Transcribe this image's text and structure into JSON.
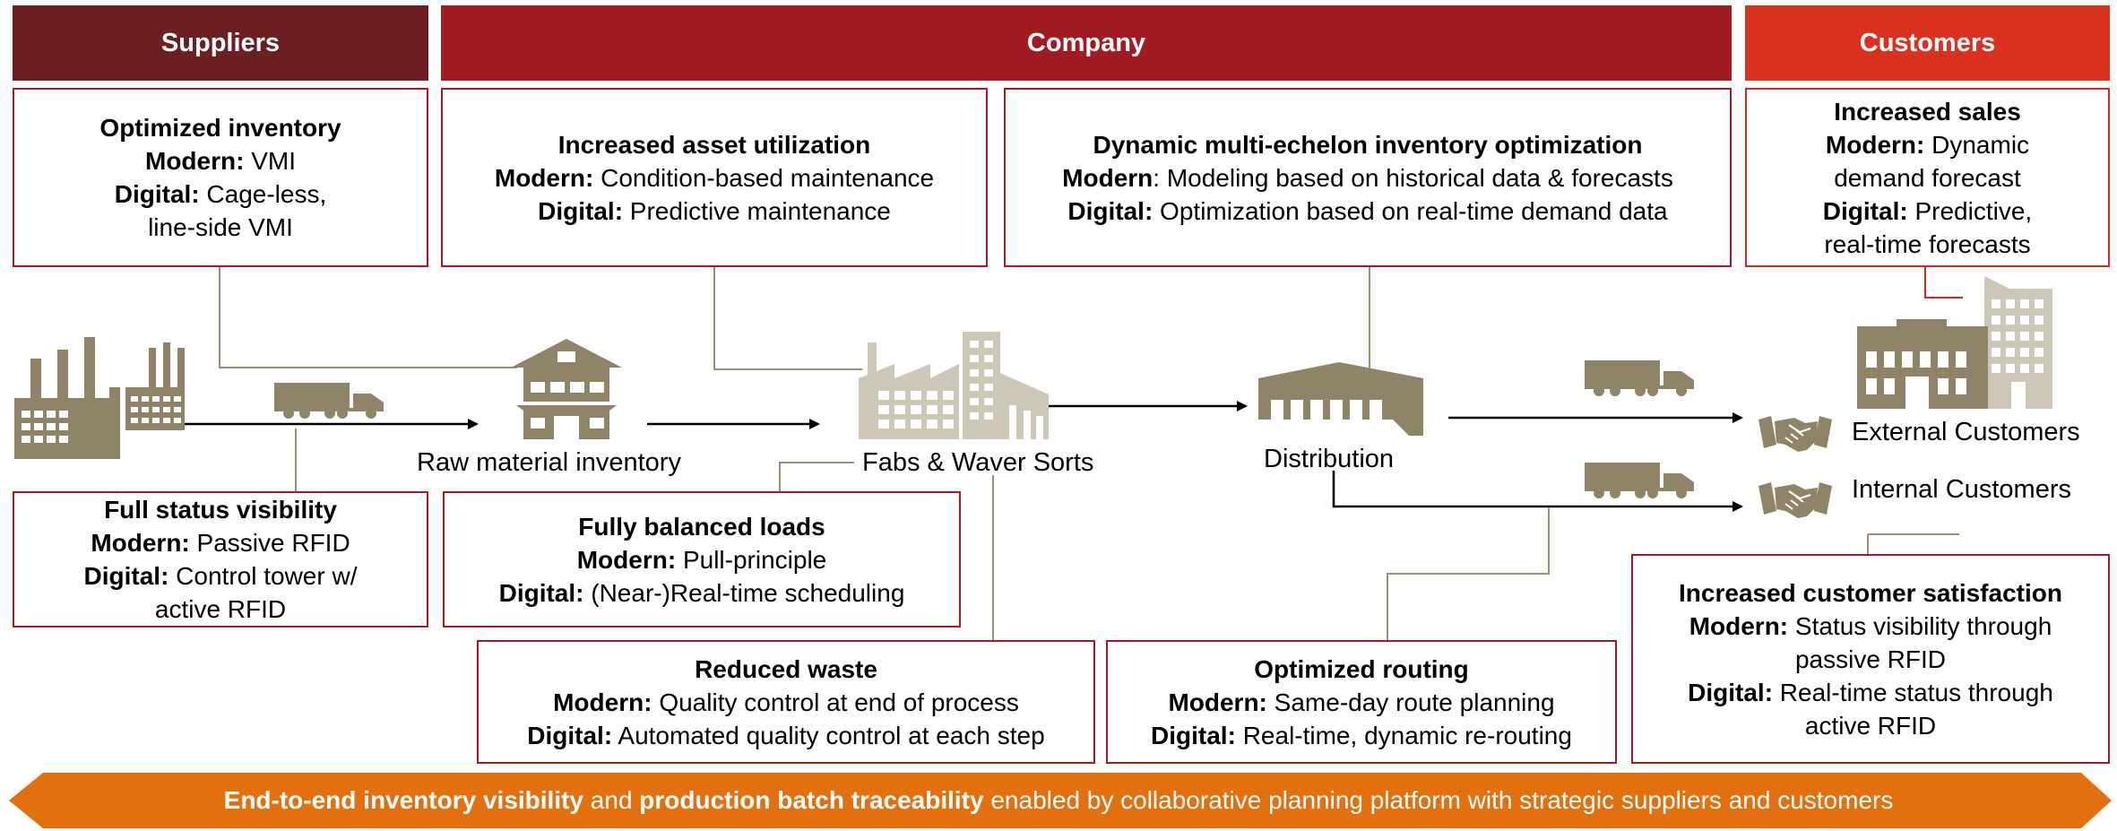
{
  "headers": {
    "suppliers": "Suppliers",
    "company": "Company",
    "customers": "Customers"
  },
  "colors": {
    "suppliers": "#6b1f22",
    "company": "#a01c22",
    "customers": "#d8311f",
    "connector": "#9b8f73",
    "icon": "#8f8468",
    "icon_light": "#cdc7b8",
    "banner": "#e3700f"
  },
  "boxes": {
    "optimized_inventory": {
      "title": "Optimized inventory",
      "modern_label": "Modern:",
      "modern": " VMI",
      "digital_label": "Digital:",
      "digital": " Cage-less,",
      "digital2": "line-side VMI"
    },
    "asset_utilization": {
      "title": "Increased asset utilization",
      "modern_label": "Modern:",
      "modern": " Condition-based maintenance",
      "digital_label": "Digital:",
      "digital": " Predictive maintenance"
    },
    "multi_echelon": {
      "title": "Dynamic multi-echelon inventory optimization",
      "modern_label": "Modern",
      "modern": ": Modeling based on historical data & forecasts",
      "digital_label": "Digital:",
      "digital": " Optimization based on real-time demand data"
    },
    "increased_sales": {
      "title": "Increased sales",
      "modern_label": "Modern:",
      "modern": " Dynamic",
      "modern2": "demand forecast",
      "digital_label": "Digital:",
      "digital": " Predictive,",
      "digital2": "real-time forecasts"
    },
    "status_visibility": {
      "title": "Full status visibility",
      "modern_label": "Modern:",
      "modern": " Passive RFID",
      "digital_label": "Digital:",
      "digital": " Control tower w/",
      "digital2": "active RFID"
    },
    "balanced_loads": {
      "title": "Fully balanced loads",
      "modern_label": "Modern:",
      "modern": " Pull-principle",
      "digital_label": "Digital:",
      "digital": " (Near-)Real-time scheduling"
    },
    "reduced_waste": {
      "title": "Reduced waste",
      "modern_label": "Modern:",
      "modern": " Quality control at end of process",
      "digital_label": "Digital:",
      "digital": " Automated quality control at each step"
    },
    "optimized_routing": {
      "title": "Optimized routing",
      "modern_label": "Modern:",
      "modern": " Same-day route planning",
      "digital_label": "Digital:",
      "digital": " Real-time, dynamic re-routing"
    },
    "customer_satisfaction": {
      "title": "Increased customer satisfaction",
      "modern_label": "Modern:",
      "modern": " Status visibility through",
      "modern2": "passive RFID",
      "digital_label": "Digital:",
      "digital": " Real-time status through",
      "digital2": "active RFID"
    }
  },
  "labels": {
    "raw_material": "Raw material inventory",
    "fabs": "Fabs & Waver Sorts",
    "distribution": "Distribution",
    "external": "External Customers",
    "internal": "Internal Customers"
  },
  "banner": {
    "part1": "End-to-end inventory visibility",
    "part2": " and ",
    "part3": "production batch traceability",
    "part4": " enabled by collaborative planning platform with strategic suppliers and customers"
  },
  "icons": [
    "supplier-factory-icon",
    "truck-icon",
    "warehouse-house-icon",
    "fab-factory-icon",
    "distribution-warehouse-icon",
    "customer-building-icon",
    "handshake-icon"
  ]
}
